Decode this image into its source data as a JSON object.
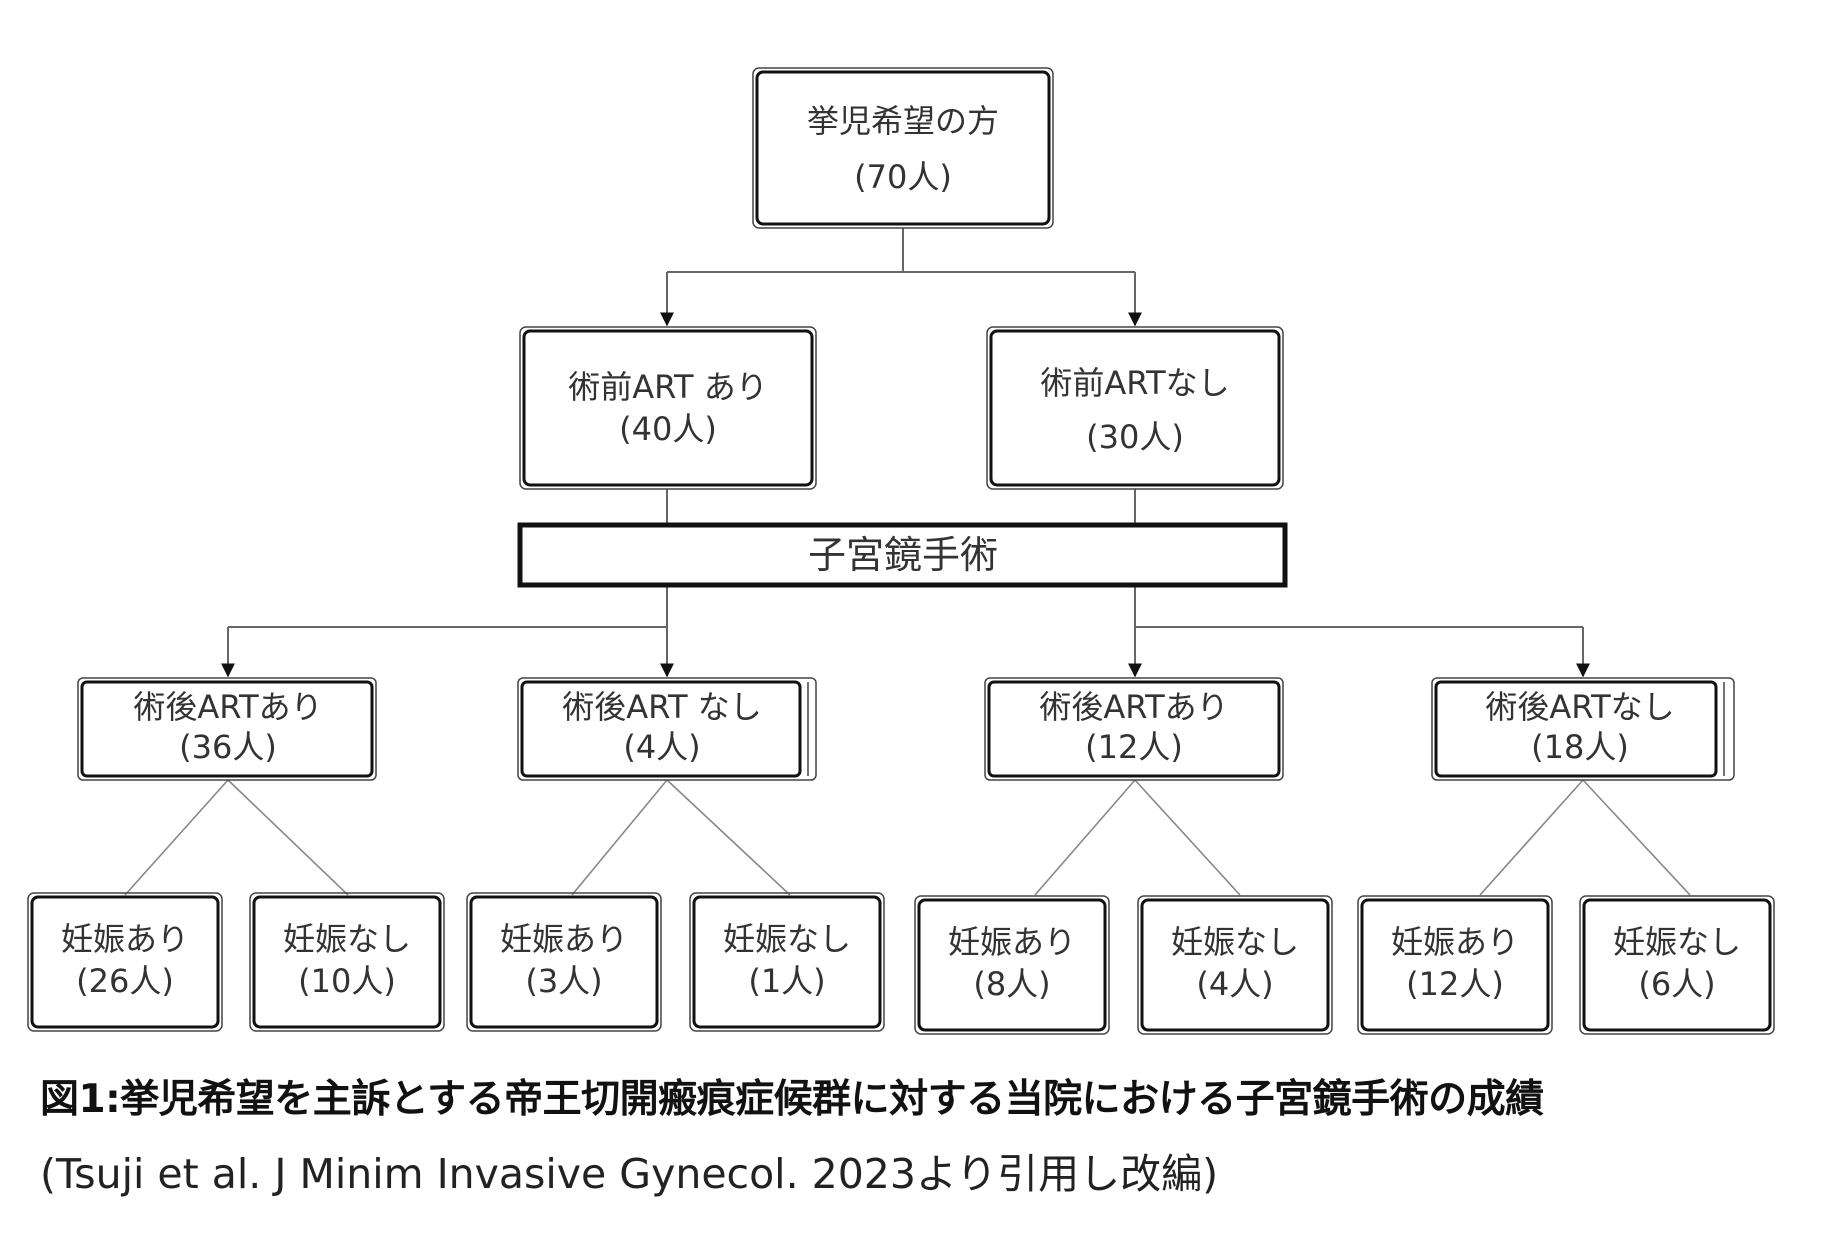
{
  "diagram": {
    "root": {
      "label": "挙児希望の方",
      "count": "(70人)"
    },
    "pre_art_yes": {
      "label": "術前ART あり",
      "count": "(40人)"
    },
    "pre_art_no": {
      "label": "術前ARTなし",
      "count": "(30人)"
    },
    "procedure": {
      "label": "子宮鏡手術"
    },
    "post_art_yes_a": {
      "label": "術後ARTあり",
      "count": "(36人)"
    },
    "post_art_no_a": {
      "label": "術後ART なし",
      "count": "(4人)"
    },
    "post_art_yes_b": {
      "label": "術後ARTあり",
      "count": "(12人)"
    },
    "post_art_no_b": {
      "label": "術後ARTなし",
      "count": "(18人)"
    },
    "outcomes": [
      {
        "label": "妊娠あり",
        "count": "(26人)"
      },
      {
        "label": "妊娠なし",
        "count": "(10人)"
      },
      {
        "label": "妊娠あり",
        "count": "(3人)"
      },
      {
        "label": "妊娠なし",
        "count": "(1人)"
      },
      {
        "label": "妊娠あり",
        "count": "(8人)"
      },
      {
        "label": "妊娠なし",
        "count": "(4人)"
      },
      {
        "label": "妊娠あり",
        "count": "(12人)"
      },
      {
        "label": "妊娠なし",
        "count": "(6人)"
      }
    ]
  },
  "caption": {
    "title": "図1:挙児希望を主訴とする帝王切開瘢痕症候群に対する当院における子宮鏡手術の成績",
    "source": "(Tsuji et al. J Minim Invasive Gynecol. 2023より引用し改編)"
  }
}
